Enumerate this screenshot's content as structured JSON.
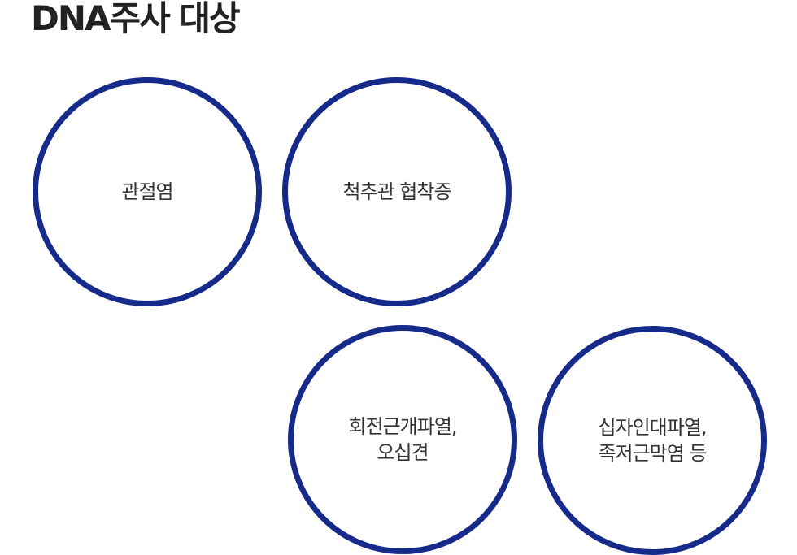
{
  "title": "DNA주사 대상",
  "colors": {
    "circle_border": "#162a8a",
    "title_text": "#222222",
    "label_text": "#333333"
  },
  "targets": [
    {
      "label": "관절염"
    },
    {
      "label": "척추관 협착증"
    },
    {
      "label": "회전근개파열,\n오십견"
    },
    {
      "label": "십자인대파열,\n족저근막염 등"
    }
  ]
}
